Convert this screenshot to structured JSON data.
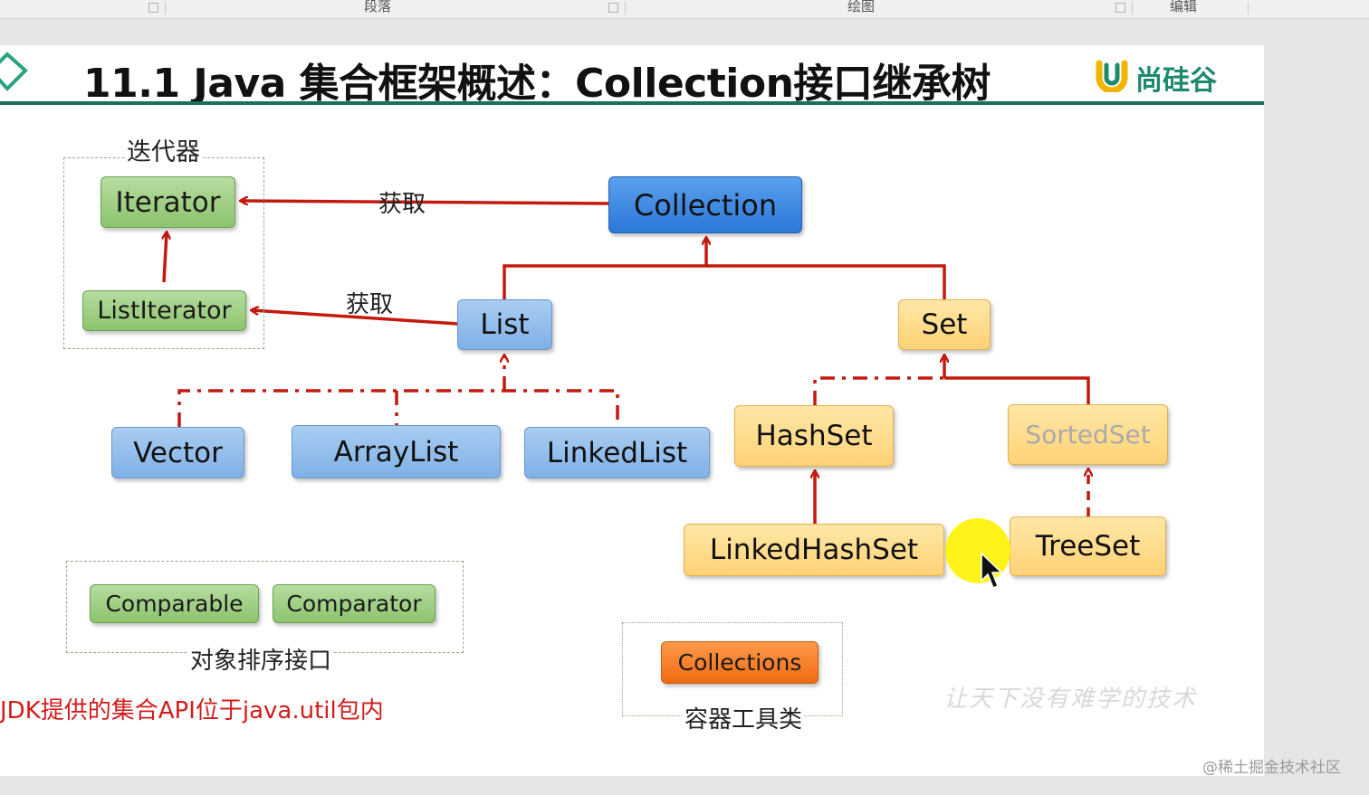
{
  "ribbon": {
    "groups": [
      "段落",
      "绘图",
      "编辑"
    ]
  },
  "slide": {
    "title": "11.1 Java 集合框架概述：Collection接口继承树",
    "brand": "尚硅谷"
  },
  "nodes": {
    "iterator": "Iterator",
    "list_iterator": "ListIterator",
    "collection": "Collection",
    "list": "List",
    "set": "Set",
    "vector": "Vector",
    "array_list": "ArrayList",
    "linked_list": "LinkedList",
    "hash_set": "HashSet",
    "sorted_set": "SortedSet",
    "linked_hash_set": "LinkedHashSet",
    "tree_set": "TreeSet",
    "comparable": "Comparable",
    "comparator": "Comparator",
    "collections": "Collections"
  },
  "labels": {
    "iterator_group": "迭代器",
    "obtain_1": "获取",
    "obtain_2": "获取",
    "sorting_interfaces": "对象排序接口",
    "container_utils": "容器工具类"
  },
  "footer": {
    "note": "JDK提供的集合API位于java.util包内",
    "watermark": "让天下没有难学的技术"
  },
  "credit": "@稀土掘金技术社区",
  "colors": {
    "arrow": "#c41a0e",
    "title_rule": "#16725f",
    "brand": "#1d8a6e",
    "footer_note": "#d21c1c"
  }
}
